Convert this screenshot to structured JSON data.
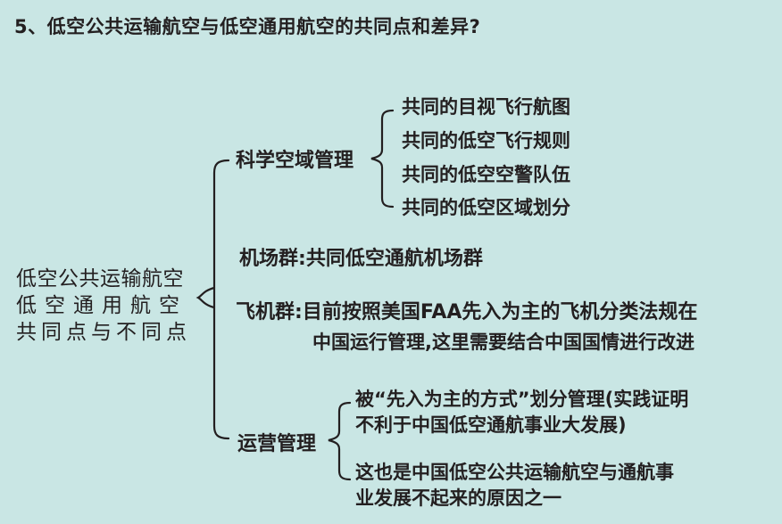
{
  "title": "5、低空公共运输航空与低空通用航空的共同点和差异?",
  "root": {
    "line1": "低空公共运输航空",
    "line2": "低空通用航空",
    "line3": "共同点与不同点"
  },
  "branches": {
    "airspace": {
      "label": "科学空域管理",
      "items": [
        "共同的目视飞行航图",
        "共同的低空飞行规则",
        "共同的低空空警队伍",
        "共同的低空区域划分"
      ]
    },
    "airport": {
      "label": "机场群:",
      "text": "共同低空通航机场群"
    },
    "aircraft": {
      "label": "飞机群:",
      "line1": "目前按照美国FAA先入为主的飞机分类法规在",
      "line2": "中国运行管理,这里需要结合中国国情进行改进"
    },
    "operation": {
      "label": "运营管理",
      "items": [
        {
          "line1": "被“先入为主的方式”划分管理(实践证明",
          "line2": "不利于中国低空通航事业大发展)"
        },
        {
          "line1": "这也是中国低空公共运输航空与通航事",
          "line2": "业发展不起来的原因之一"
        }
      ]
    }
  }
}
